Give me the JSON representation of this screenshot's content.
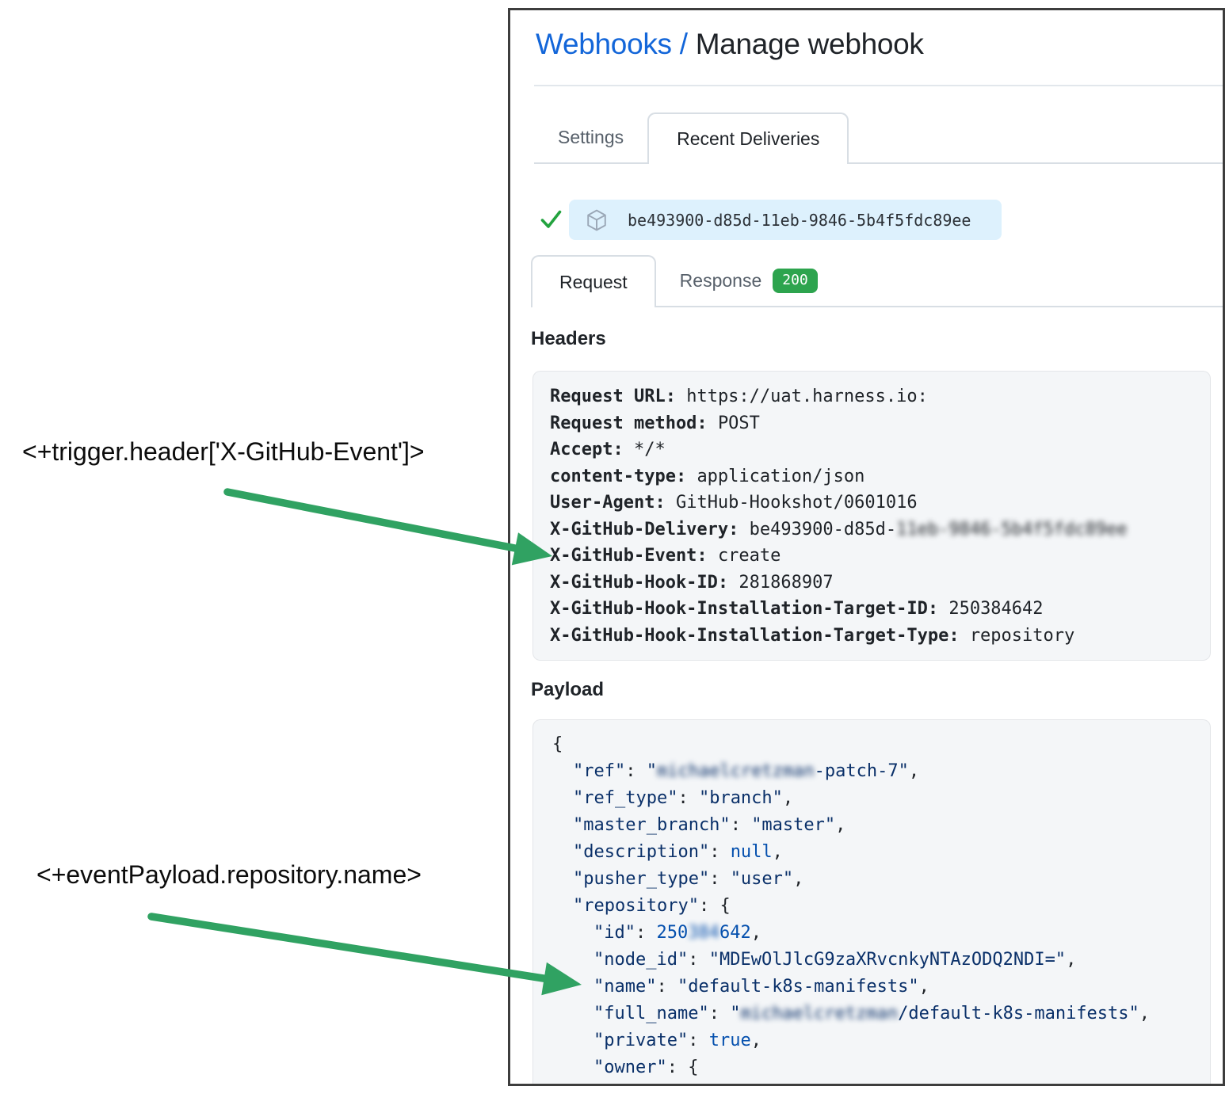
{
  "annotations": [
    {
      "text": "<+trigger.header['X-GitHub-Event']>",
      "points_to": "X-GitHub-Event header line"
    },
    {
      "text": "<+eventPayload.repository.name>",
      "points_to": "repository name payload line"
    }
  ],
  "panel": {
    "breadcrumb": {
      "link": "Webhooks",
      "separator": "/",
      "current": "Manage webhook"
    },
    "tabs": [
      {
        "label": "Settings",
        "active": false
      },
      {
        "label": "Recent Deliveries",
        "active": true
      }
    ],
    "delivery": {
      "status_icon": "check-icon",
      "item_icon": "package-icon",
      "id": "be493900-d85d-11eb-9846-5b4f5fdc89ee"
    },
    "subtabs": [
      {
        "label": "Request",
        "active": true
      },
      {
        "label": "Response",
        "active": false,
        "badge": "200"
      }
    ],
    "headers": {
      "title": "Headers",
      "rows": [
        {
          "k": "Request URL:",
          "v": "https://uat.harness.io:"
        },
        {
          "k": "Request method:",
          "v": "POST"
        },
        {
          "k": "Accept:",
          "v": "*/*"
        },
        {
          "k": "content-type:",
          "v": "application/json"
        },
        {
          "k": "User-Agent:",
          "v": "GitHub-Hookshot/0601016"
        },
        {
          "k": "X-GitHub-Delivery:",
          "v": "be493900-d85d-",
          "vb": "11eb-9846-5b4f5fdc89ee"
        },
        {
          "k": "X-GitHub-Event:",
          "v": "create"
        },
        {
          "k": "X-GitHub-Hook-ID:",
          "v": "281868907"
        },
        {
          "k": "X-GitHub-Hook-Installation-Target-ID:",
          "v": "250384642"
        },
        {
          "k": "X-GitHub-Hook-Installation-Target-Type:",
          "v": "repository"
        }
      ]
    },
    "payload": {
      "title": "Payload",
      "lines": [
        {
          "i": 0,
          "s": [
            [
              "{",
              "p"
            ]
          ]
        },
        {
          "i": 1,
          "s": [
            [
              "\"ref\"",
              "k"
            ],
            [
              ": ",
              "p"
            ],
            [
              "\"",
              "s"
            ],
            [
              "michaelcretzman",
              "s",
              1
            ],
            [
              "-patch-7\"",
              "s"
            ],
            [
              ",",
              "p"
            ]
          ]
        },
        {
          "i": 1,
          "s": [
            [
              "\"ref_type\"",
              "k"
            ],
            [
              ": ",
              "p"
            ],
            [
              "\"branch\"",
              "s"
            ],
            [
              ",",
              "p"
            ]
          ]
        },
        {
          "i": 1,
          "s": [
            [
              "\"master_branch\"",
              "k"
            ],
            [
              ": ",
              "p"
            ],
            [
              "\"master\"",
              "s"
            ],
            [
              ",",
              "p"
            ]
          ]
        },
        {
          "i": 1,
          "s": [
            [
              "\"description\"",
              "k"
            ],
            [
              ": ",
              "p"
            ],
            [
              "null",
              "b"
            ],
            [
              ",",
              "p"
            ]
          ]
        },
        {
          "i": 1,
          "s": [
            [
              "\"pusher_type\"",
              "k"
            ],
            [
              ": ",
              "p"
            ],
            [
              "\"user\"",
              "s"
            ],
            [
              ",",
              "p"
            ]
          ]
        },
        {
          "i": 1,
          "s": [
            [
              "\"repository\"",
              "k"
            ],
            [
              ": ",
              "p"
            ],
            [
              "{",
              "p"
            ]
          ]
        },
        {
          "i": 2,
          "s": [
            [
              "\"id\"",
              "k"
            ],
            [
              ": ",
              "p"
            ],
            [
              "250",
              "n"
            ],
            [
              "384",
              "n",
              1
            ],
            [
              "642",
              "n"
            ],
            [
              ",",
              "p"
            ]
          ]
        },
        {
          "i": 2,
          "s": [
            [
              "\"node_id\"",
              "k"
            ],
            [
              ": ",
              "p"
            ],
            [
              "\"MDEwOlJlcG9zaXRvcnkyNTAzODQ2NDI=\"",
              "s"
            ],
            [
              ",",
              "p"
            ]
          ]
        },
        {
          "i": 2,
          "s": [
            [
              "\"name\"",
              "k"
            ],
            [
              ": ",
              "p"
            ],
            [
              "\"default-k8s-manifests\"",
              "s"
            ],
            [
              ",",
              "p"
            ]
          ]
        },
        {
          "i": 2,
          "s": [
            [
              "\"full_name\"",
              "k"
            ],
            [
              ": ",
              "p"
            ],
            [
              "\"",
              "s"
            ],
            [
              "michaelcretzman",
              "s",
              1
            ],
            [
              "/default-k8s-manifests\"",
              "s"
            ],
            [
              ",",
              "p"
            ]
          ]
        },
        {
          "i": 2,
          "s": [
            [
              "\"private\"",
              "k"
            ],
            [
              ": ",
              "p"
            ],
            [
              "true",
              "b"
            ],
            [
              ",",
              "p"
            ]
          ]
        },
        {
          "i": 2,
          "s": [
            [
              "\"owner\"",
              "k"
            ],
            [
              ": ",
              "p"
            ],
            [
              "{",
              "p"
            ]
          ]
        }
      ]
    }
  },
  "colors": {
    "accent_blue": "#1366d9",
    "text_dark": "#1f2328",
    "text_muted": "#57606a",
    "divider": "#d8dee4",
    "panel_border": "#3d3d3d",
    "code_bg": "#f4f6f8",
    "pill_bg": "#ddf1fd",
    "icon_gray": "#9aa7b6",
    "check_green": "#23a33f",
    "badge_green": "#2da44e",
    "arrow_green": "#30a262",
    "json_navy": "#0a3069",
    "json_blue": "#0550ae"
  }
}
